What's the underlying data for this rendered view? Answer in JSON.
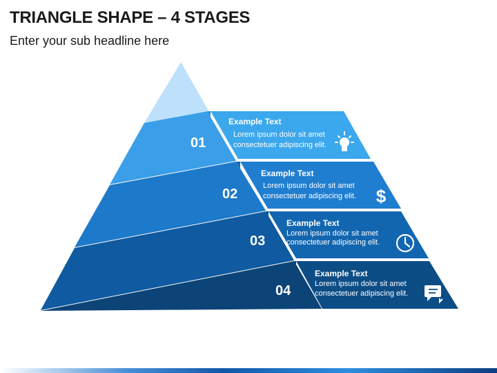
{
  "title": "TRIANGLE SHAPE – 4 STAGES",
  "subtitle": "Enter your sub headline here",
  "colors": {
    "apex": "#bde0fb",
    "stage_fills": [
      "#3a9fe8",
      "#1d79c9",
      "#0f5aa0",
      "#0c4478"
    ],
    "stage_back_fills": [
      "#2e8bd6",
      "#1766b4",
      "#0b4d8c",
      "#093a68"
    ],
    "panel_fills": [
      "#3ba7ec",
      "#1f7ed0",
      "#1266b0",
      "#0d4d86"
    ]
  },
  "stages": [
    {
      "number": "01",
      "title": "Example Text",
      "line1": "Lorem ipsum dolor sit amet",
      "line2": "consectetuer adipiscing elit.",
      "icon": "lightbulb-icon"
    },
    {
      "number": "02",
      "title": "Example Text",
      "line1": "Lorem ipsum dolor sit amet",
      "line2": "consectetuer adipiscing elit.",
      "icon": "dollar-icon"
    },
    {
      "number": "03",
      "title": "Example Text",
      "line1": "Lorem ipsum dolor sit amet",
      "line2": "consectetuer adipiscing elit.",
      "icon": "clock-icon"
    },
    {
      "number": "04",
      "title": "Example Text",
      "line1": "Lorem ipsum dolor sit amet",
      "line2": "consectetuer adipiscing elit.",
      "icon": "chat-icon"
    }
  ]
}
